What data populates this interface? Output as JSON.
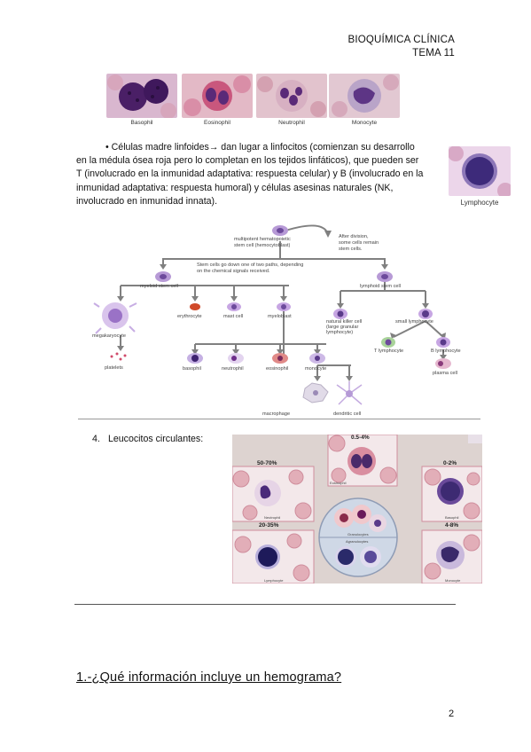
{
  "header": {
    "line1": "BIOQUÍMICA CLÍNICA",
    "line2": "TEMA 11"
  },
  "granulocyte_strip": {
    "captions": [
      "Basophil",
      "Eosinophil",
      "Neutrophil",
      "Monocyte"
    ]
  },
  "paragraph": {
    "line1": "• Células madre linfoides",
    "arrow": "→",
    "line1b": " dan lugar a linfocitos (comienzan su desarrollo",
    "line2": "en la médula ósea roja pero lo completan en los tejidos linfáticos), que pueden ser",
    "line3": "T (involucrado en la inmunidad adaptativa: respuesta celular) y B (involucrado en la",
    "line4": "inmunidad adaptativa: respuesta humoral) y células asesinas naturales (NK,",
    "line5": "involucrado en inmunidad innata)."
  },
  "lymphocyte_caption": "Lymphocyte",
  "diagram": {
    "stem": "multipotent hematopoietic",
    "stem2": "stem cell (hemocytoblast)",
    "after1": "After division,",
    "after2": "some cells remain",
    "after3": "stem cells.",
    "paths1": "Stem cells go down one of two paths, depending",
    "paths2": "on the chemical signals received.",
    "myeloid": "myeloid stem cell",
    "lymphoid": "lymphoid stem cell",
    "megakaryocyte": "megakaryocyte",
    "erythrocyte": "erythrocyte",
    "mast": "mast cell",
    "myeloblast": "myeloblast",
    "nk1": "natural killer cell",
    "nk2": "(large granular",
    "nk3": "lymphocyte)",
    "small_lymph": "small lymphocyte",
    "t_lymph": "T lymphocyte",
    "b_lymph": "B lymphocyte",
    "platelets": "platelets",
    "basophil": "basophil",
    "neutrophil": "neutrophil",
    "eosinophil": "eosinophil",
    "monocyte": "monocyte",
    "plasma": "plasma cell",
    "macrophage": "macrophage",
    "dendritic": "dendritic cell"
  },
  "item4": {
    "number": "4.",
    "text": "Leucocitos circulantes:"
  },
  "leukocyte_photo": {
    "pct_eosinophil": "0.5-4%",
    "pct_neutrophil": "50-70%",
    "pct_basophil": "0-2%",
    "pct_lymphocyte": "20-35%",
    "pct_monocyte": "4-8%",
    "lbl_eosinophil": "Eosinophil",
    "lbl_neutrophil": "Neutrophil",
    "lbl_basophil": "Basophil",
    "lbl_lymphocyte": "Lymphocyte",
    "lbl_monocyte": "Monocyte",
    "lbl_granulocytes": "Granulocytes",
    "lbl_agranulocytes": "Agranulocytes"
  },
  "question": "1.-¿Qué información incluye un hemograma?",
  "page_number": "2",
  "colors": {
    "stain_purple": "#5a2a78",
    "rbc_pink": "#d9a6b4",
    "eosin_red": "#c2442c"
  }
}
